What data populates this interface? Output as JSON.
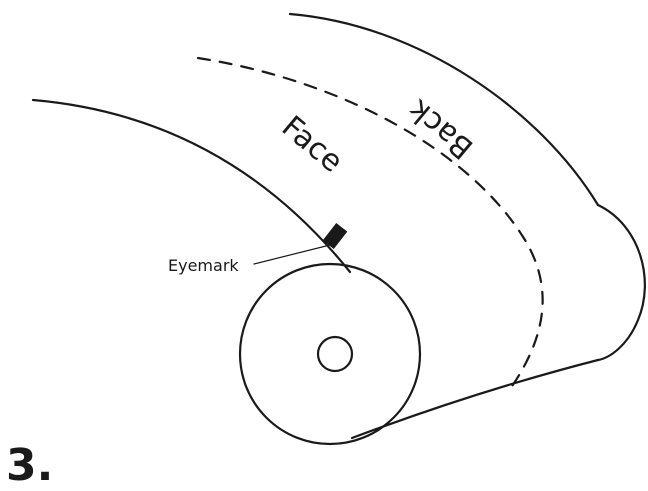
{
  "labels": {
    "face": "Face",
    "back": "Back",
    "eyemark": "Eyemark"
  },
  "step_number": "3.",
  "colors": {
    "ink": "#1a1a1a",
    "background": "#ffffff"
  }
}
